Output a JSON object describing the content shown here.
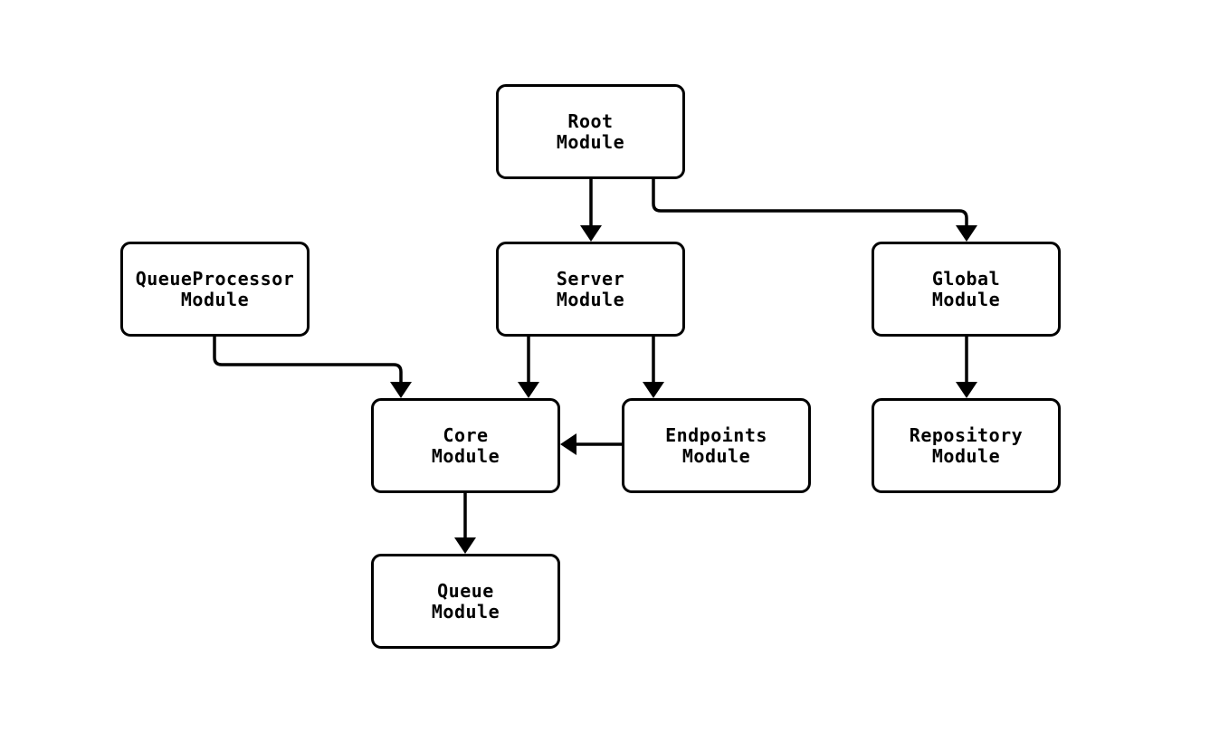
{
  "diagram": {
    "type": "flowchart",
    "direction": "top-down",
    "colors": {
      "background": "#ffffff",
      "node_fill": "#ffffff",
      "stroke": "#000000",
      "text": "#000000"
    },
    "nodes": [
      {
        "id": "root",
        "label": "Root\nModule"
      },
      {
        "id": "server",
        "label": "Server\nModule"
      },
      {
        "id": "queueprocessor",
        "label": "QueueProcessor\nModule"
      },
      {
        "id": "global",
        "label": "Global\nModule"
      },
      {
        "id": "core",
        "label": "Core\nModule"
      },
      {
        "id": "endpoints",
        "label": "Endpoints\nModule"
      },
      {
        "id": "repository",
        "label": "Repository\nModule"
      },
      {
        "id": "queue",
        "label": "Queue\nModule"
      }
    ],
    "edges": [
      {
        "from": "root",
        "to": "server"
      },
      {
        "from": "root",
        "to": "global"
      },
      {
        "from": "queueprocessor",
        "to": "core"
      },
      {
        "from": "server",
        "to": "core"
      },
      {
        "from": "server",
        "to": "endpoints"
      },
      {
        "from": "endpoints",
        "to": "core"
      },
      {
        "from": "global",
        "to": "repository"
      },
      {
        "from": "core",
        "to": "queue"
      }
    ]
  }
}
